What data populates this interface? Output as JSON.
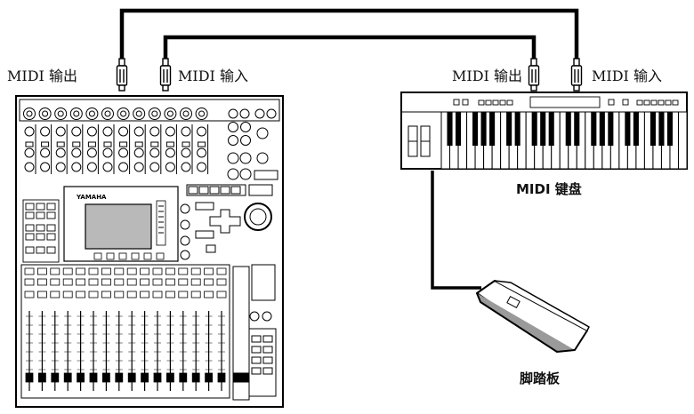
{
  "labels": {
    "mixer_midi_out": "MIDI 输出",
    "mixer_midi_in": "MIDI 输入",
    "keyboard_midi_out": "MIDI 输出",
    "keyboard_midi_in": "MIDI 输入",
    "keyboard_name": "MIDI 键盘",
    "pedal_name": "脚踏板"
  },
  "mixer": {
    "brand": "YAMAHA"
  }
}
